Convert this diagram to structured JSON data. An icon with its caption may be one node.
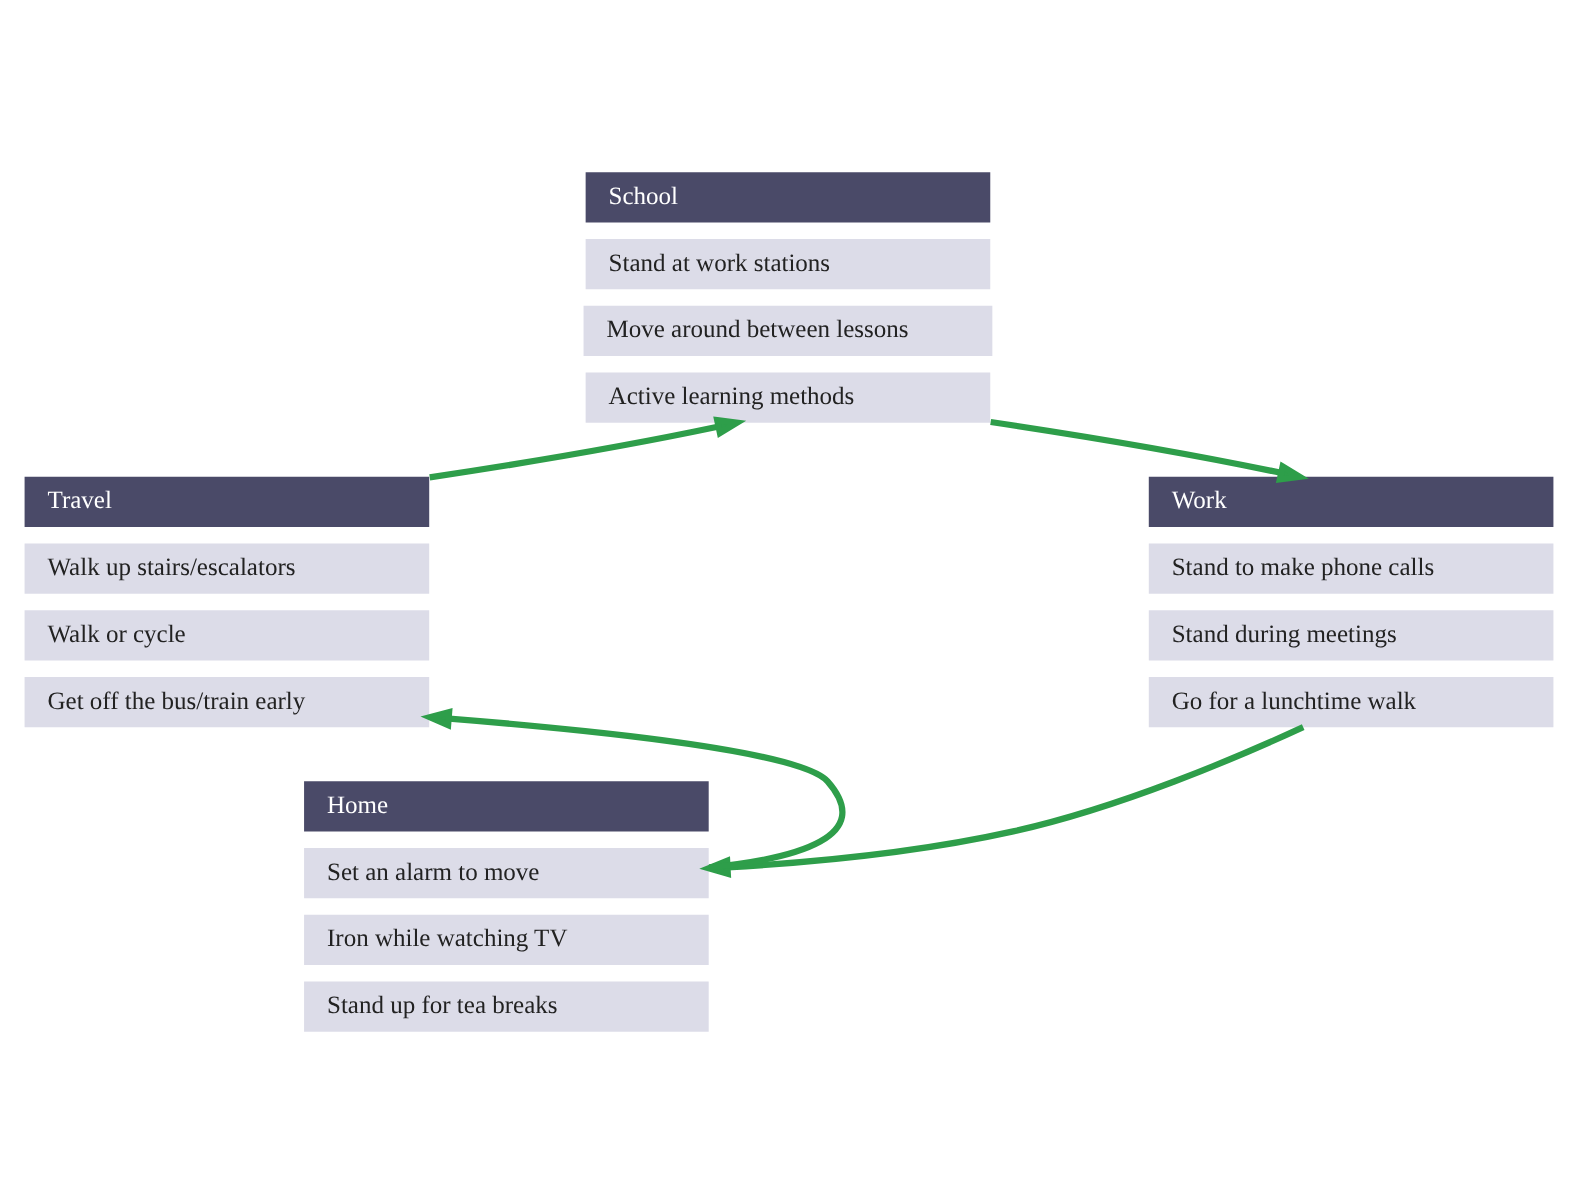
{
  "diagram": {
    "nodes": [
      {
        "text": [
          "School"
        ]
      },
      {
        "text": [
          "Stand at work stations"
        ]
      },
      {
        "text": [
          "Move around between lessons"
        ]
      },
      {
        "text": [
          "Active learning methods"
        ]
      },
      {
        "text": [
          "Travel"
        ]
      },
      {
        "text": [
          "Walk up stairs/escalators"
        ]
      },
      {
        "text": [
          "Walk or cycle"
        ]
      },
      {
        "text": [
          "Get off the bus/train early"
        ]
      },
      {
        "text": [
          "Work"
        ]
      },
      {
        "text": [
          "Stand to make phone calls"
        ]
      },
      {
        "text": [
          "Stand during meetings"
        ]
      },
      {
        "text": [
          "Go for a lunchtime walk"
        ]
      },
      {
        "text": [
          "Home"
        ]
      },
      {
        "text": [
          "Set an alarm to move"
        ]
      },
      {
        "text": [
          "Iron while watching TV"
        ]
      },
      {
        "text": [
          "Stand up for tea breaks"
        ]
      }
    ],
    "edges": [
      {
        "from": 3,
        "to": 8,
        "arrow": "to"
      },
      {
        "from": 11,
        "to": 13,
        "arrow": "to"
      },
      {
        "from": 13,
        "to": 7,
        "arrow": "to"
      },
      {
        "from": 4,
        "to": 3,
        "arrow": "to"
      }
    ]
  }
}
